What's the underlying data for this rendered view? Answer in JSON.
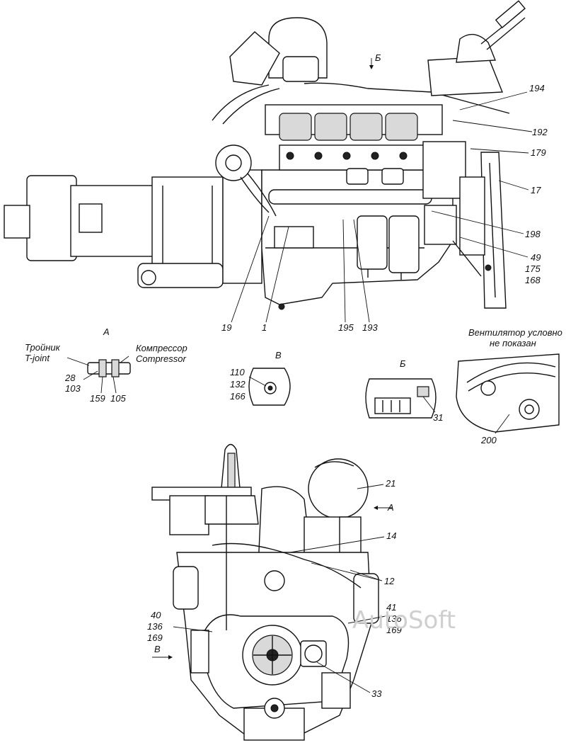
{
  "views": {
    "A": "А",
    "B_cyr": "Б",
    "V": "В"
  },
  "main_view_labels": {
    "l194": "194",
    "l192": "192",
    "l179": "179",
    "l17": "17",
    "l198": "198",
    "l49": "49",
    "l175": "175",
    "l168": "168",
    "l19": "19",
    "l1": "1",
    "l195": "195",
    "l193": "193",
    "arrow_b": "Б"
  },
  "detail_a": {
    "tee_ru": "Тройник",
    "tee_en": "T-joint",
    "comp_ru": "Компрессор",
    "comp_en": "Compressor",
    "l28": "28",
    "l103": "103",
    "l159": "159",
    "l105": "105"
  },
  "detail_v": {
    "l110": "110",
    "l132": "132",
    "l166": "166"
  },
  "detail_b": {
    "l31": "31"
  },
  "fan_detail": {
    "note_line1": "Вентилятор условно",
    "note_line2": "не показан",
    "l200": "200"
  },
  "front_view_labels": {
    "l21": "21",
    "arrow_a": "А",
    "l14": "14",
    "l12": "12",
    "l40": "40",
    "l136a": "136",
    "l169a": "169",
    "l41": "41",
    "l136b": "136",
    "l169b": "169",
    "arrow_v": "В",
    "l33": "33"
  },
  "watermark": "AutoSoft"
}
